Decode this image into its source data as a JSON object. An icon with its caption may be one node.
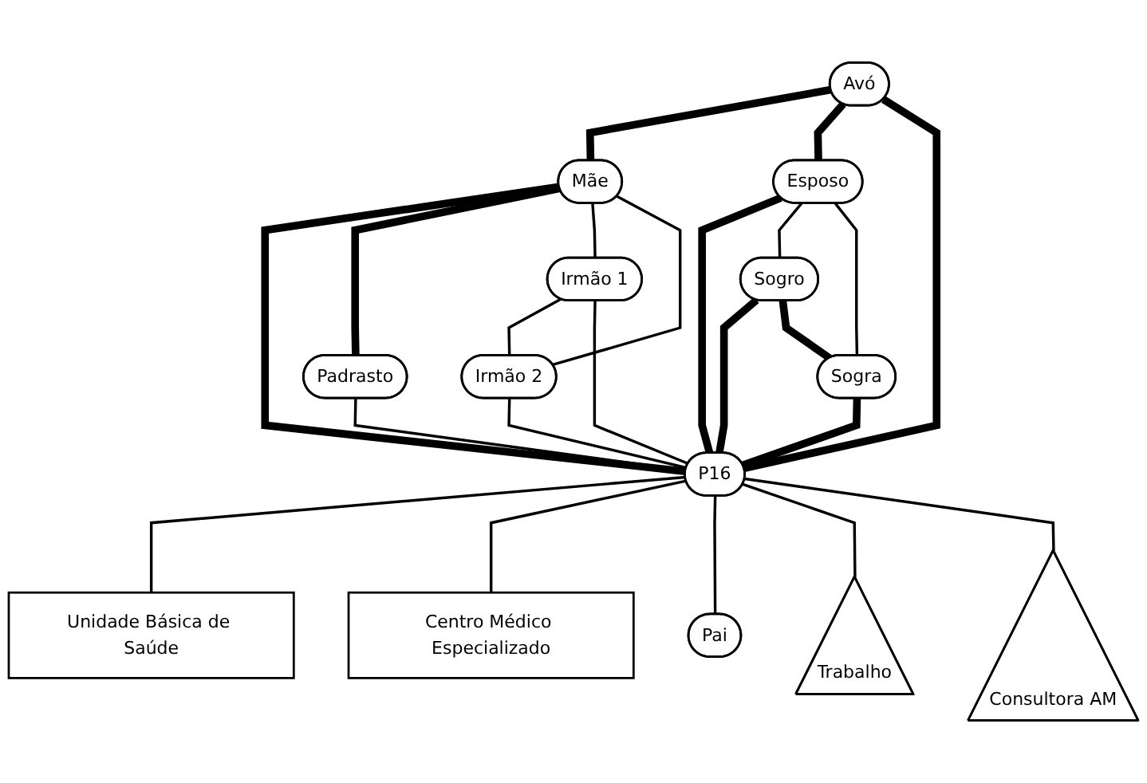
{
  "diagram": {
    "nodes": [
      {
        "text": [
          "Avó"
        ]
      },
      {
        "text": [
          "Mãe"
        ]
      },
      {
        "text": [
          "Irmão 1"
        ]
      },
      {
        "text": [
          "Esposo"
        ]
      },
      {
        "text": [
          "Padrasto"
        ]
      },
      {
        "text": [
          "Irmão 2"
        ]
      },
      {
        "text": [
          "P16"
        ]
      },
      {
        "text": [
          "Unidade Básica de Saúde"
        ]
      },
      {
        "text": [
          "Sogro"
        ]
      },
      {
        "text": [
          "Centro Médico Especializado"
        ]
      },
      {
        "text": [
          "Sogra"
        ]
      },
      {
        "text": [
          "Pai"
        ]
      },
      {
        "text": [
          "Trabalho"
        ]
      },
      {
        "text": [
          "Consultora AM"
        ]
      }
    ],
    "edges": [
      {
        "from": 0,
        "to": 1,
        "arrow": "none",
        "style": "thick"
      },
      {
        "from": 0,
        "to": 3,
        "arrow": "none",
        "style": "thick"
      },
      {
        "from": 0,
        "to": 6,
        "arrow": "none",
        "style": "thick"
      },
      {
        "from": 1,
        "to": 6,
        "arrow": "none",
        "style": "thick"
      },
      {
        "from": 1,
        "to": 4,
        "arrow": "none",
        "style": "thick"
      },
      {
        "from": 1,
        "to": 2,
        "arrow": "none"
      },
      {
        "from": 1,
        "to": 5,
        "arrow": "none"
      },
      {
        "from": 2,
        "to": 5,
        "arrow": "none"
      },
      {
        "from": 2,
        "to": 6,
        "arrow": "none"
      },
      {
        "from": 5,
        "to": 6,
        "arrow": "none"
      },
      {
        "from": 4,
        "to": 6,
        "arrow": "none"
      },
      {
        "from": 3,
        "to": 6,
        "arrow": "none",
        "style": "thick"
      },
      {
        "from": 3,
        "to": 8,
        "arrow": "none"
      },
      {
        "from": 3,
        "to": 10,
        "arrow": "none"
      },
      {
        "from": 8,
        "to": 6,
        "arrow": "none",
        "style": "thick"
      },
      {
        "from": 8,
        "to": 10,
        "arrow": "none",
        "style": "thick"
      },
      {
        "from": 10,
        "to": 6,
        "arrow": "none",
        "style": "thick"
      },
      {
        "from": 6,
        "to": 7,
        "arrow": "none"
      },
      {
        "from": 6,
        "to": 9,
        "arrow": "none"
      },
      {
        "from": 6,
        "to": 11,
        "arrow": "none"
      },
      {
        "from": 6,
        "to": 12,
        "arrow": "none"
      },
      {
        "from": 6,
        "to": 13,
        "arrow": "none"
      }
    ]
  }
}
